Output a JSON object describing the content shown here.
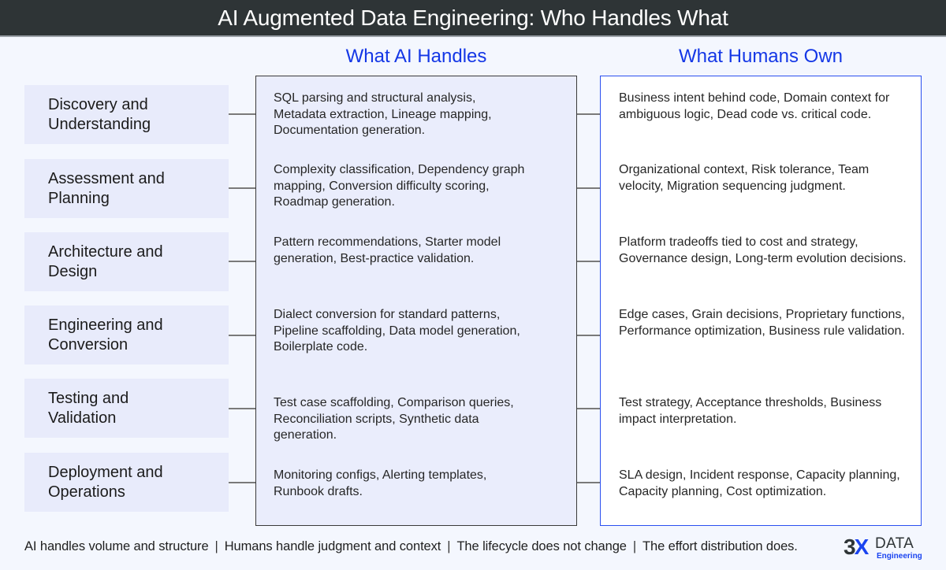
{
  "header": {
    "title": "AI Augmented Data Engineering: Who Handles What"
  },
  "columns": {
    "ai_heading": "What AI Handles",
    "human_heading": "What Humans Own"
  },
  "colors": {
    "header_bg": "#2e3436",
    "heading_blue": "#1437e6",
    "stage_bg": "#e8ebfb",
    "ai_panel_bg": "#eaedfc",
    "ai_panel_border": "#3a3a3a",
    "human_panel_bg": "#ffffff",
    "human_panel_border": "#2a4ff0",
    "page_bg": "#f4f7fe"
  },
  "rows": [
    {
      "stage": "Discovery and\nUnderstanding",
      "ai": "SQL parsing and structural analysis, Metadata extraction, Lineage mapping, Documentation generation.",
      "human": "Business intent behind code, Domain context for ambiguous logic, Dead code vs. critical code."
    },
    {
      "stage": "Assessment and\nPlanning",
      "ai": "Complexity classification, Dependency graph mapping, Conversion difficulty scoring, Roadmap generation.",
      "human": "Organizational context, Risk tolerance, Team velocity, Migration sequencing judgment."
    },
    {
      "stage": "Architecture and\nDesign",
      "ai": "Pattern recommendations, Starter model generation, Best-practice validation.",
      "human": "Platform tradeoffs tied to cost and strategy, Governance design, Long-term evolution decisions."
    },
    {
      "stage": "Engineering and\nConversion",
      "ai": "Dialect conversion for standard patterns, Pipeline scaffolding, Data model generation, Boilerplate code.",
      "human": "Edge cases, Grain decisions, Proprietary functions, Performance optimization, Business rule validation."
    },
    {
      "stage": "Testing and\nValidation",
      "ai": "Test case scaffolding, Comparison queries, Reconciliation scripts, Synthetic data generation.",
      "human": "Test strategy, Acceptance thresholds, Business impact interpretation."
    },
    {
      "stage": "Deployment and\nOperations",
      "ai": "Monitoring configs, Alerting templates, Runbook drafts.",
      "human": "SLA design, Incident response, Capacity planning, Capacity planning, Cost optimization."
    }
  ],
  "footer": {
    "items": [
      "AI handles volume and structure",
      "Humans handle judgment and context",
      "The lifecycle does not change",
      "The effort distribution does."
    ],
    "separator": "|"
  },
  "logo": {
    "mark_3": "3",
    "mark_x": "X",
    "word": "DATA",
    "sub": "Engineering",
    "icon": "3x-data-engineering-logo"
  }
}
